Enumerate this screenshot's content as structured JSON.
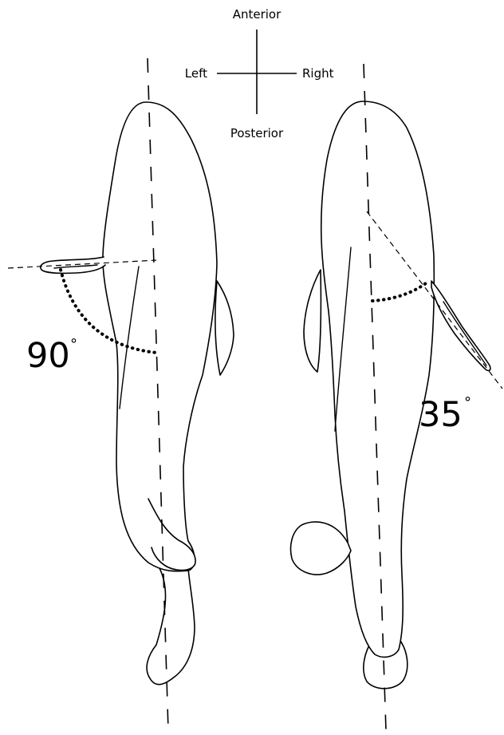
{
  "compass": {
    "anterior": "Anterior",
    "posterior": "Posterior",
    "left": "Left",
    "right": "Right"
  },
  "angles": {
    "left_figure": {
      "value": "90",
      "unit": "°"
    },
    "right_figure": {
      "value": "35",
      "unit": "°"
    }
  }
}
